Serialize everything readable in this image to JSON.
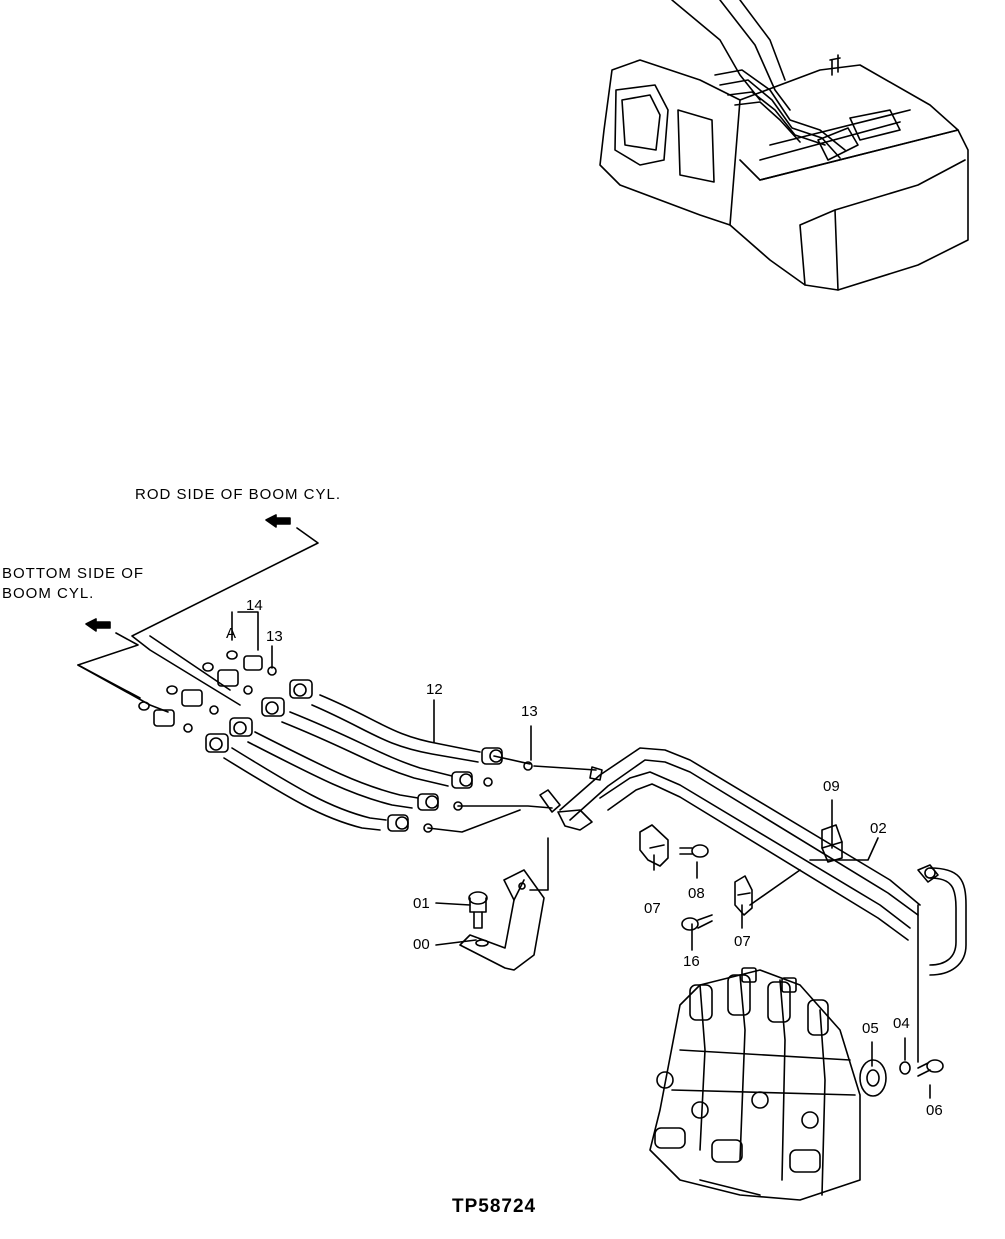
{
  "notes": {
    "rod_side": "ROD SIDE OF BOOM CYL.",
    "bottom_side_line1": "BOTTOM SIDE OF",
    "bottom_side_line2": "BOOM CYL."
  },
  "detail_marker": "A",
  "callouts": {
    "c00": "00",
    "c01": "01",
    "c02": "02",
    "c04": "04",
    "c05": "05",
    "c06": "06",
    "c07a": "07",
    "c07b": "07",
    "c08": "08",
    "c09": "09",
    "c12": "12",
    "c13a": "13",
    "c13b": "13",
    "c14": "14",
    "c16": "16"
  },
  "figure_id": "TP58724"
}
